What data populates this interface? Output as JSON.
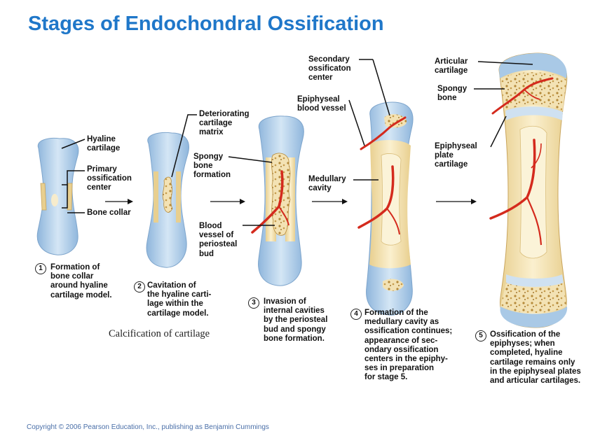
{
  "title": "Stages of Endochondral Ossification",
  "labels": {
    "hyaline_cartilage": "Hyaline\ncartilage",
    "primary_ossification_center": "Primary\nossification\ncenter",
    "bone_collar": "Bone collar",
    "deteriorating_cartilage_matrix": "Deteriorating\ncartilage\nmatrix",
    "spongy_bone_formation": "Spongy\nbone\nformation",
    "blood_vessel_periosteal_bud": "Blood\nvessel of\nperiosteal\nbud",
    "secondary_ossification_center": "Secondary\nossificaton\ncenter",
    "epiphyseal_blood_vessel": "Epiphyseal\nblood vessel",
    "medullary_cavity": "Medullary\ncavity",
    "articular_cartilage": "Articular\ncartilage",
    "spongy_bone": "Spongy\nbone",
    "epiphyseal_plate_cartilage": "Epiphyseal\nplate\ncartilage"
  },
  "steps": [
    {
      "num": "1",
      "text": "Formation of\nbone collar\naround hyaline\ncartilage model."
    },
    {
      "num": "2",
      "text": "Cavitation of\nthe hyaline carti-\nlage within the\ncartilage model."
    },
    {
      "num": "3",
      "text": "Invasion of\ninternal cavities\nby the periosteal\nbud and spongy\nbone formation."
    },
    {
      "num": "4",
      "text": "Formation of the\nmedullary cavity as\nossification continues;\nappearance of sec-\nondary ossification\ncenters in the epiphy-\nses in preparation\nfor stage 5."
    },
    {
      "num": "5",
      "text": "Ossification of the\nepiphyses; when\ncompleted, hyaline\ncartilage remains only\nin the epiphyseal plates\nand articular cartilages."
    }
  ],
  "calcification_caption": "Calcification of cartilage",
  "copyright": "Copyright © 2006 Pearson Education, Inc., publishing as Benjamin Cummings",
  "colors": {
    "title": "#1f77c9",
    "cartilage": "#a9c9e6",
    "bone": "#f0dfae",
    "spongy": "#e4c27a",
    "vessel": "#d42a1d",
    "copyright": "#4a6fa8"
  }
}
